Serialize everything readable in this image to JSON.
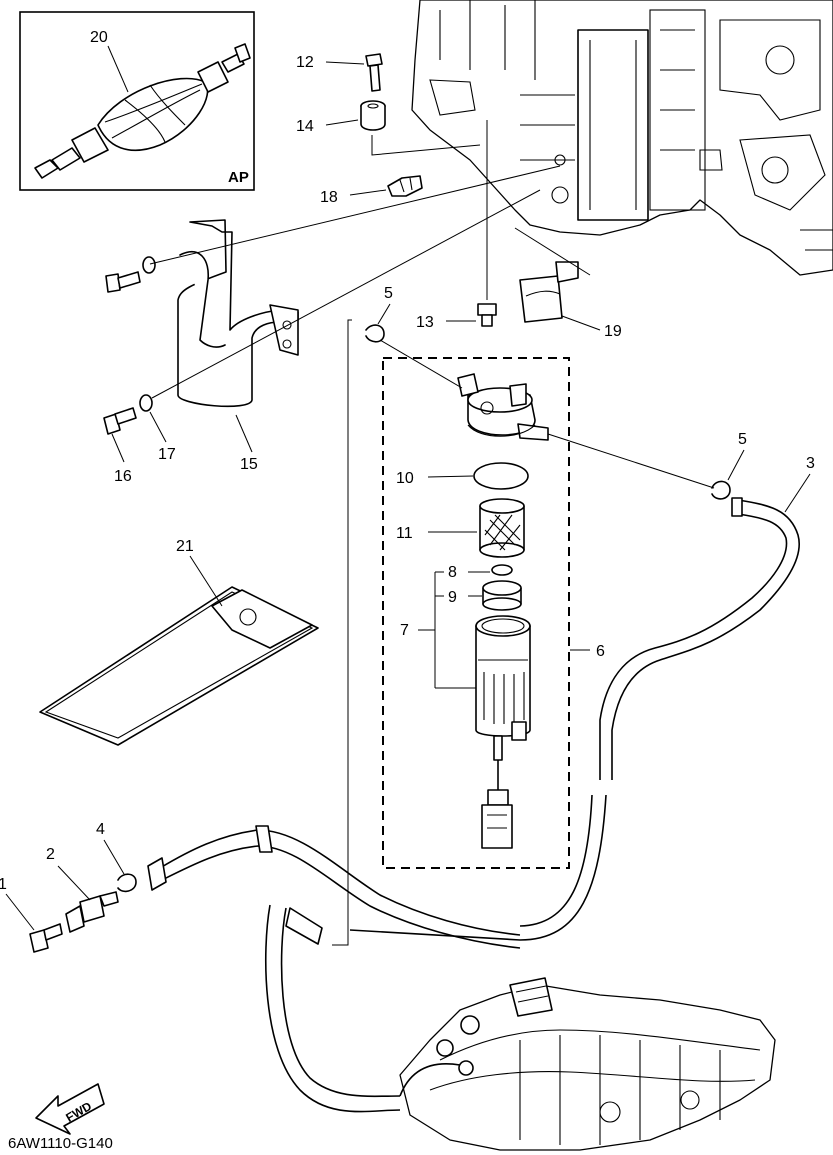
{
  "diagram_code": "6AW1110-G140",
  "inset": {
    "badge": "AP",
    "part_number": "20"
  },
  "direction_marker": {
    "text": "FWD"
  },
  "callouts": {
    "p1": "1",
    "p2": "2",
    "p3": "3",
    "p4": "4",
    "p5a": "5",
    "p5b": "5",
    "p6": "6",
    "p7": "7",
    "p8": "8",
    "p9": "9",
    "p10": "10",
    "p11": "11",
    "p12": "12",
    "p13": "13",
    "p14": "14",
    "p15": "15",
    "p16": "16",
    "p17": "17",
    "p18": "18",
    "p19": "19",
    "p21": "21"
  }
}
